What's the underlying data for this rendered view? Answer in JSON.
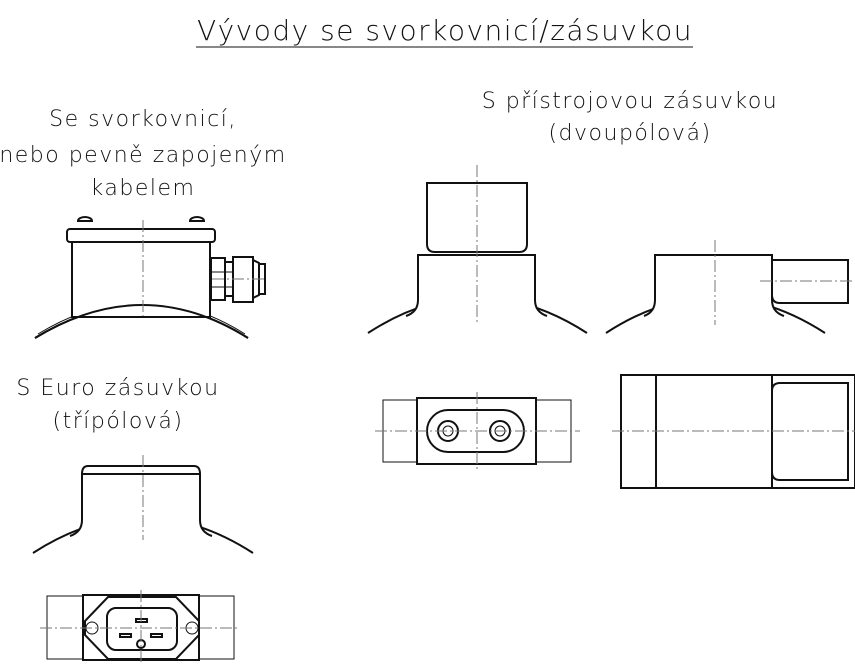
{
  "title": "Vývody se svorkovnicí/zásuvkou",
  "labels": {
    "terminal": [
      "Se svorkovnicí,",
      "nebo pevně zapojeným",
      "kabelem"
    ],
    "device_socket": [
      "S přístrojovou zásuvkou",
      "(dvoupólová)"
    ],
    "euro_socket": [
      "S Euro zásuvkou",
      "(třípólová)"
    ]
  }
}
